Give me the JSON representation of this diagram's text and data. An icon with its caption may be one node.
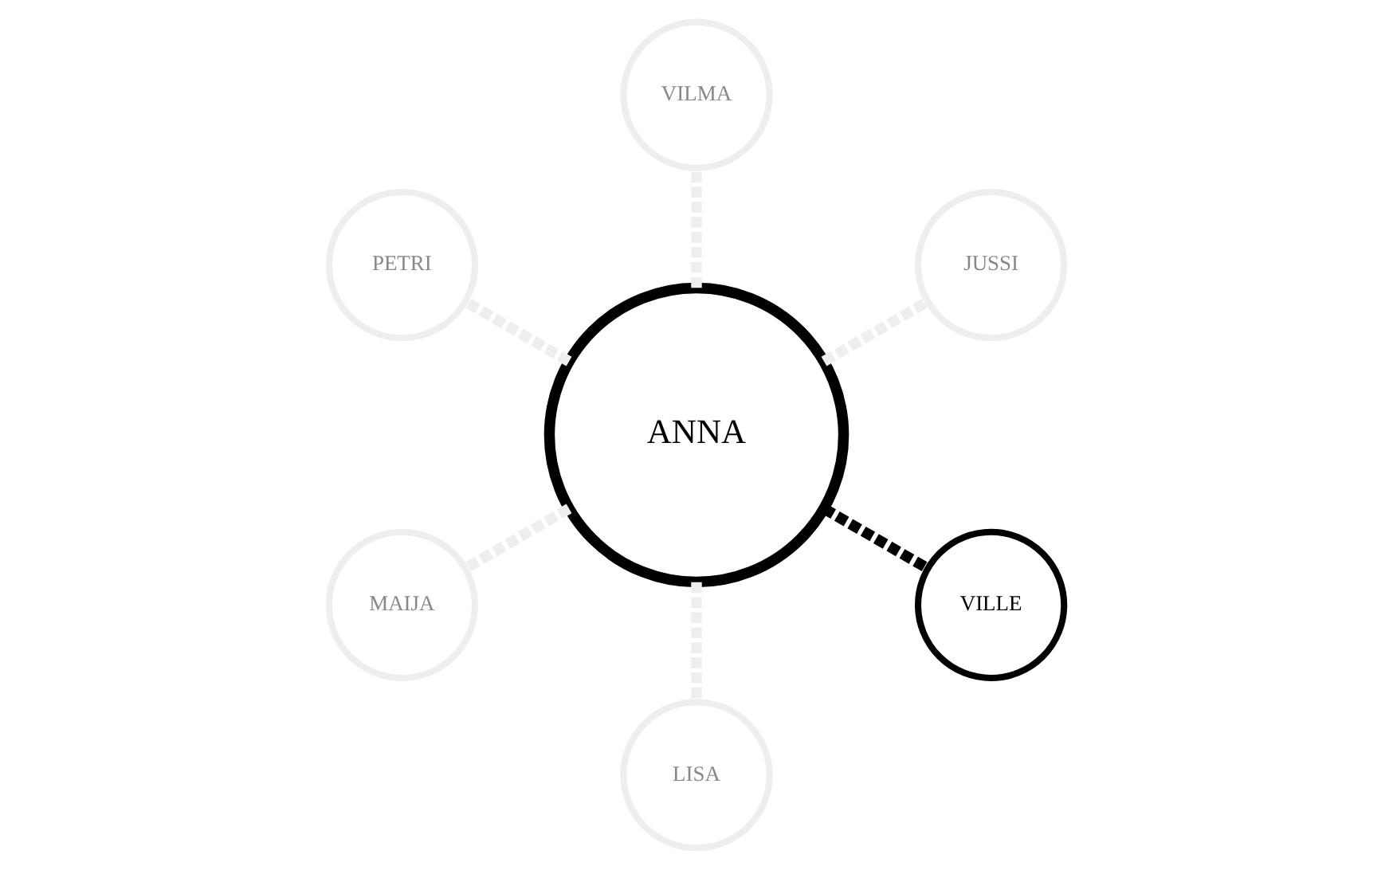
{
  "diagram": {
    "nodes": [
      {
        "text": [
          "ANNA"
        ]
      },
      {
        "text": [
          "JUSSI"
        ]
      },
      {
        "text": [
          "VILMA"
        ]
      },
      {
        "text": [
          "PETRI"
        ]
      },
      {
        "text": [
          "MAIJA"
        ]
      },
      {
        "text": [
          "LISA"
        ]
      },
      {
        "text": [
          "VILLE"
        ]
      }
    ],
    "edges": [
      {
        "from": 0,
        "to": 1,
        "arrow": "none",
        "style": "dashed"
      },
      {
        "from": 0,
        "to": 2,
        "arrow": "none",
        "style": "dashed"
      },
      {
        "from": 0,
        "to": 3,
        "arrow": "none",
        "style": "dashed"
      },
      {
        "from": 0,
        "to": 4,
        "arrow": "none",
        "style": "dashed"
      },
      {
        "from": 0,
        "to": 5,
        "arrow": "none",
        "style": "dashed"
      },
      {
        "from": 0,
        "to": 6,
        "arrow": "none",
        "style": "dashed",
        "color": "#000000"
      }
    ]
  }
}
